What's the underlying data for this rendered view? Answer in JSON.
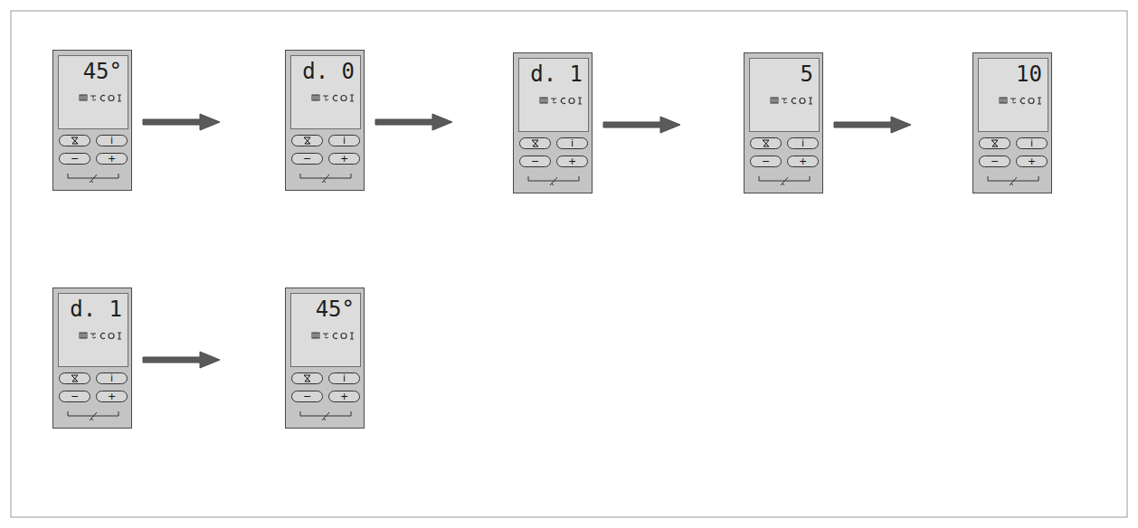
{
  "diagram": {
    "nodes": [
      {
        "text": [
          "45°",
          "i",
          "−",
          "+"
        ]
      },
      {
        "text": [
          "d. 0",
          "i",
          "−",
          "+"
        ]
      },
      {
        "text": [
          "d. 1",
          "i",
          "−",
          "+"
        ]
      },
      {
        "text": [
          "5",
          "i",
          "−",
          "+"
        ]
      },
      {
        "text": [
          "10",
          "i",
          "−",
          "+"
        ]
      },
      {
        "text": [
          "d. 1",
          "i",
          "−",
          "+"
        ]
      },
      {
        "text": [
          "45°",
          "i",
          "−",
          "+"
        ]
      }
    ],
    "edges": [
      {
        "from": 0,
        "to": 1,
        "arrow": "to"
      },
      {
        "from": 1,
        "to": 2,
        "arrow": "to"
      },
      {
        "from": 2,
        "to": 3,
        "arrow": "to"
      },
      {
        "from": 3,
        "to": 4,
        "arrow": "to"
      },
      {
        "from": 5,
        "to": 6,
        "arrow": "to"
      }
    ]
  }
}
